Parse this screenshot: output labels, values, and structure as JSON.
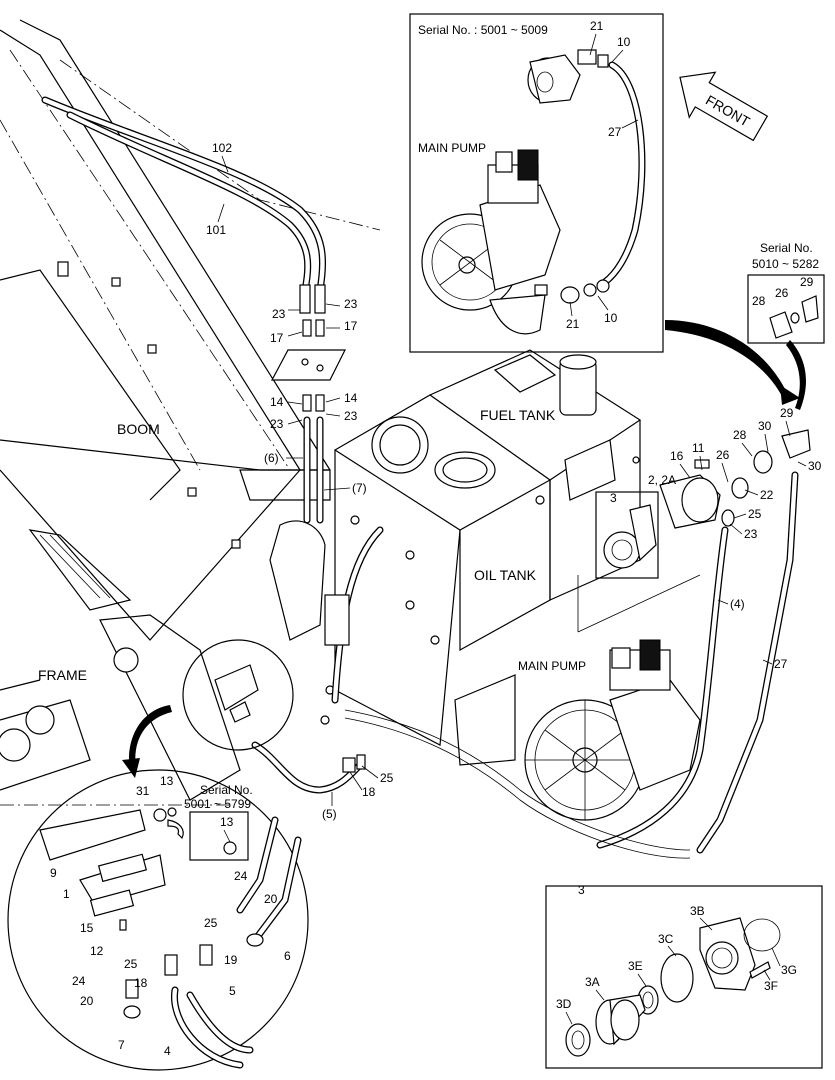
{
  "front_label": "FRONT",
  "inset_top": {
    "serial": "Serial No. : 5001 ~ 5009",
    "title": "MAIN PUMP",
    "callouts": [
      "21",
      "10",
      "27",
      "21",
      "10"
    ]
  },
  "inset_serial_right": {
    "serial_line1": "Serial No.",
    "serial_line2": "5010 ~ 5282",
    "callouts": [
      "29",
      "26",
      "28"
    ]
  },
  "main": {
    "labels": {
      "boom": "BOOM",
      "frame": "FRAME",
      "fuel_tank": "FUEL TANK",
      "oil_tank": "OIL TANK",
      "main_pump": "MAIN PUMP"
    },
    "callouts": {
      "c102": "102",
      "c101": "101",
      "c23a": "23",
      "c23b": "23",
      "c17a": "17",
      "c17b": "17",
      "c14a": "14",
      "c14b": "14",
      "c23c": "23",
      "c23d": "23",
      "c6p": "(6)",
      "c7p": "(7)",
      "c3": "3",
      "c2": "2, 2A",
      "c16": "16",
      "c11": "11",
      "c26": "26",
      "c28": "28",
      "c30a": "30",
      "c29": "29",
      "c30b": "30",
      "c22": "22",
      "c25": "25",
      "c23e": "23",
      "c4p": "(4)",
      "c27": "27",
      "c25b": "25",
      "c18": "18",
      "c5p": "(5)"
    }
  },
  "detail_circle": {
    "callouts": [
      "31",
      "13",
      "9",
      "1",
      "15",
      "12",
      "24",
      "20",
      "25",
      "19",
      "6",
      "25",
      "18",
      "24",
      "20",
      "7",
      "4",
      "5"
    ],
    "sub_serial_line1": "Serial No.",
    "sub_serial_line2": "5001 ~ 5799",
    "sub_callout": "13"
  },
  "inset_bottom": {
    "title": "3",
    "callouts": [
      "3B",
      "3C",
      "3E",
      "3A",
      "3D",
      "3G",
      "3F"
    ]
  }
}
